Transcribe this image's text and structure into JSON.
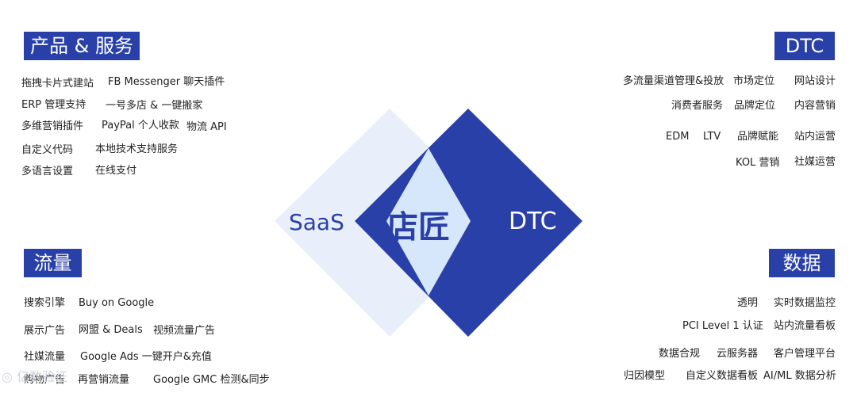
{
  "quadrants": {
    "products": {
      "title": "产品 & 服务",
      "items": [
        "拖拽卡片式建站",
        "FB Messenger 聊天插件",
        "ERP 管理支持",
        "一号多店 & 一键搬家",
        "多维营销插件",
        "PayPal 个人收款",
        "物流 API",
        "自定义代码",
        "本地技术支持服务",
        "多语言设置",
        "在线支付"
      ]
    },
    "dtc": {
      "title": "DTC",
      "items": [
        "多流量渠道管理&投放",
        "市场定位",
        "网站设计",
        "消费者服务",
        "品牌定位",
        "内容营销",
        "EDM",
        "LTV",
        "品牌赋能",
        "站内运营",
        "KOL 营销",
        "社媒运营"
      ]
    },
    "traffic": {
      "title": "流量",
      "items": [
        "搜索引擎",
        "Buy on Google",
        "展示广告",
        "网盟 & Deals",
        "视频流量广告",
        "社媒流量",
        "Google Ads 一键开户&充值",
        "购物广告",
        "再营销流量",
        "Google GMC 检测&同步"
      ]
    },
    "data": {
      "title": "数据",
      "items": [
        "透明",
        "实时数据监控",
        "PCI Level 1 认证",
        "站内流量看板",
        "数据合规",
        "云服务器",
        "客户管理平台",
        "归因模型",
        "自定义数据看板",
        "AI/ML 数据分析"
      ]
    }
  },
  "center": {
    "left": "SaaS",
    "middle": "店匠",
    "right": "DTC"
  },
  "watermark": "亿数验证",
  "colors": {
    "primary": "#2940a8",
    "light": "#e8effb",
    "overlap": "#d5e6fb",
    "text": "#222222"
  }
}
